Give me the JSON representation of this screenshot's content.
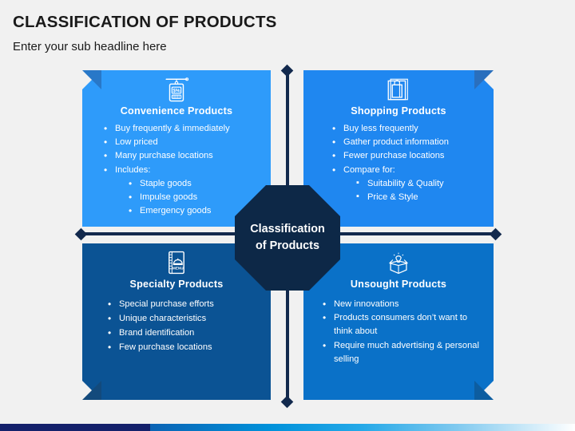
{
  "header": {
    "title": "CLASSIFICATION OF PRODUCTS",
    "subtitle": "Enter your sub headline here"
  },
  "center": {
    "line1": "Classification",
    "line2": "of Products"
  },
  "quadrants": [
    {
      "id": "convenience",
      "icon": "price-tag-icon",
      "heading": "Convenience Products",
      "color": "#2e9bfa",
      "fold_color": "#2878c8",
      "bullets": [
        "Buy frequently & immediately",
        "Low priced",
        "Many purchase locations",
        "Includes:"
      ],
      "subbullets": [
        "Staple goods",
        "Impulse goods",
        "Emergency goods"
      ],
      "subbullet_marker": "dot"
    },
    {
      "id": "shopping",
      "icon": "shopping-bag-icon",
      "heading": "Shopping Products",
      "color": "#1f87f0",
      "fold_color": "#2a6fbd",
      "bullets": [
        "Buy less frequently",
        "Gather product information",
        "Fewer purchase locations",
        "Compare for:"
      ],
      "subbullets": [
        "Suitability & Quality",
        "Price & Style"
      ],
      "subbullet_marker": "square"
    },
    {
      "id": "specialty",
      "icon": "menu-book-icon",
      "heading": "Specialty Products",
      "color": "#0b5394",
      "fold_color": "#134a7c",
      "bullets": [
        "Special purchase efforts",
        "Unique characteristics",
        "Brand identification",
        "Few purchase locations"
      ],
      "subbullets": [],
      "subbullet_marker": "dot"
    },
    {
      "id": "unsought",
      "icon": "lightbulb-box-icon",
      "heading": "Unsought Products",
      "color": "#0a71c8",
      "fold_color": "#0d5da0",
      "bullets": [
        "New innovations",
        "Products consumers don’t want to think about",
        "Require much advertising & personal selling"
      ],
      "subbullets": [],
      "subbullet_marker": "dot"
    }
  ],
  "theme": {
    "connector_color": "#12294d",
    "center_color": "#0d2847",
    "background": "#f1f1f1",
    "bottom_bar_solid": "#14216b",
    "bottom_bar_gradient_end": "#ffffff"
  }
}
